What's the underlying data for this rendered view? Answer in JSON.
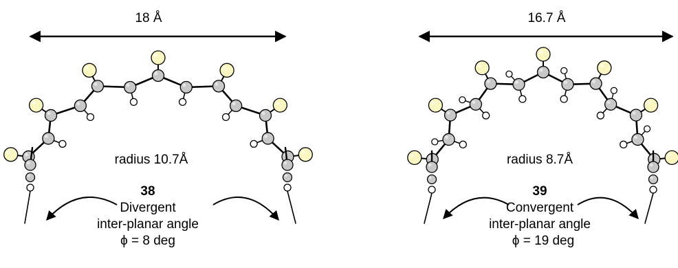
{
  "panels": [
    {
      "width_label": "18 Å",
      "radius_label": "radius 10.7Å",
      "compound": "38",
      "type": "Divergent",
      "angle_label": "inter-planar angle",
      "phi": "ϕ = 8 deg"
    },
    {
      "width_label": "16.7 Å",
      "radius_label": "radius 8.7Å",
      "compound": "39",
      "type": "Convergent",
      "angle_label": "inter-planar angle",
      "phi": "ϕ = 19 deg"
    }
  ],
  "colors": {
    "carbon_atom": "#c8c8c8",
    "sulfur_atom": "#fbf7c2",
    "hydrogen_atom": "#ffffff",
    "bond": "#000000"
  }
}
